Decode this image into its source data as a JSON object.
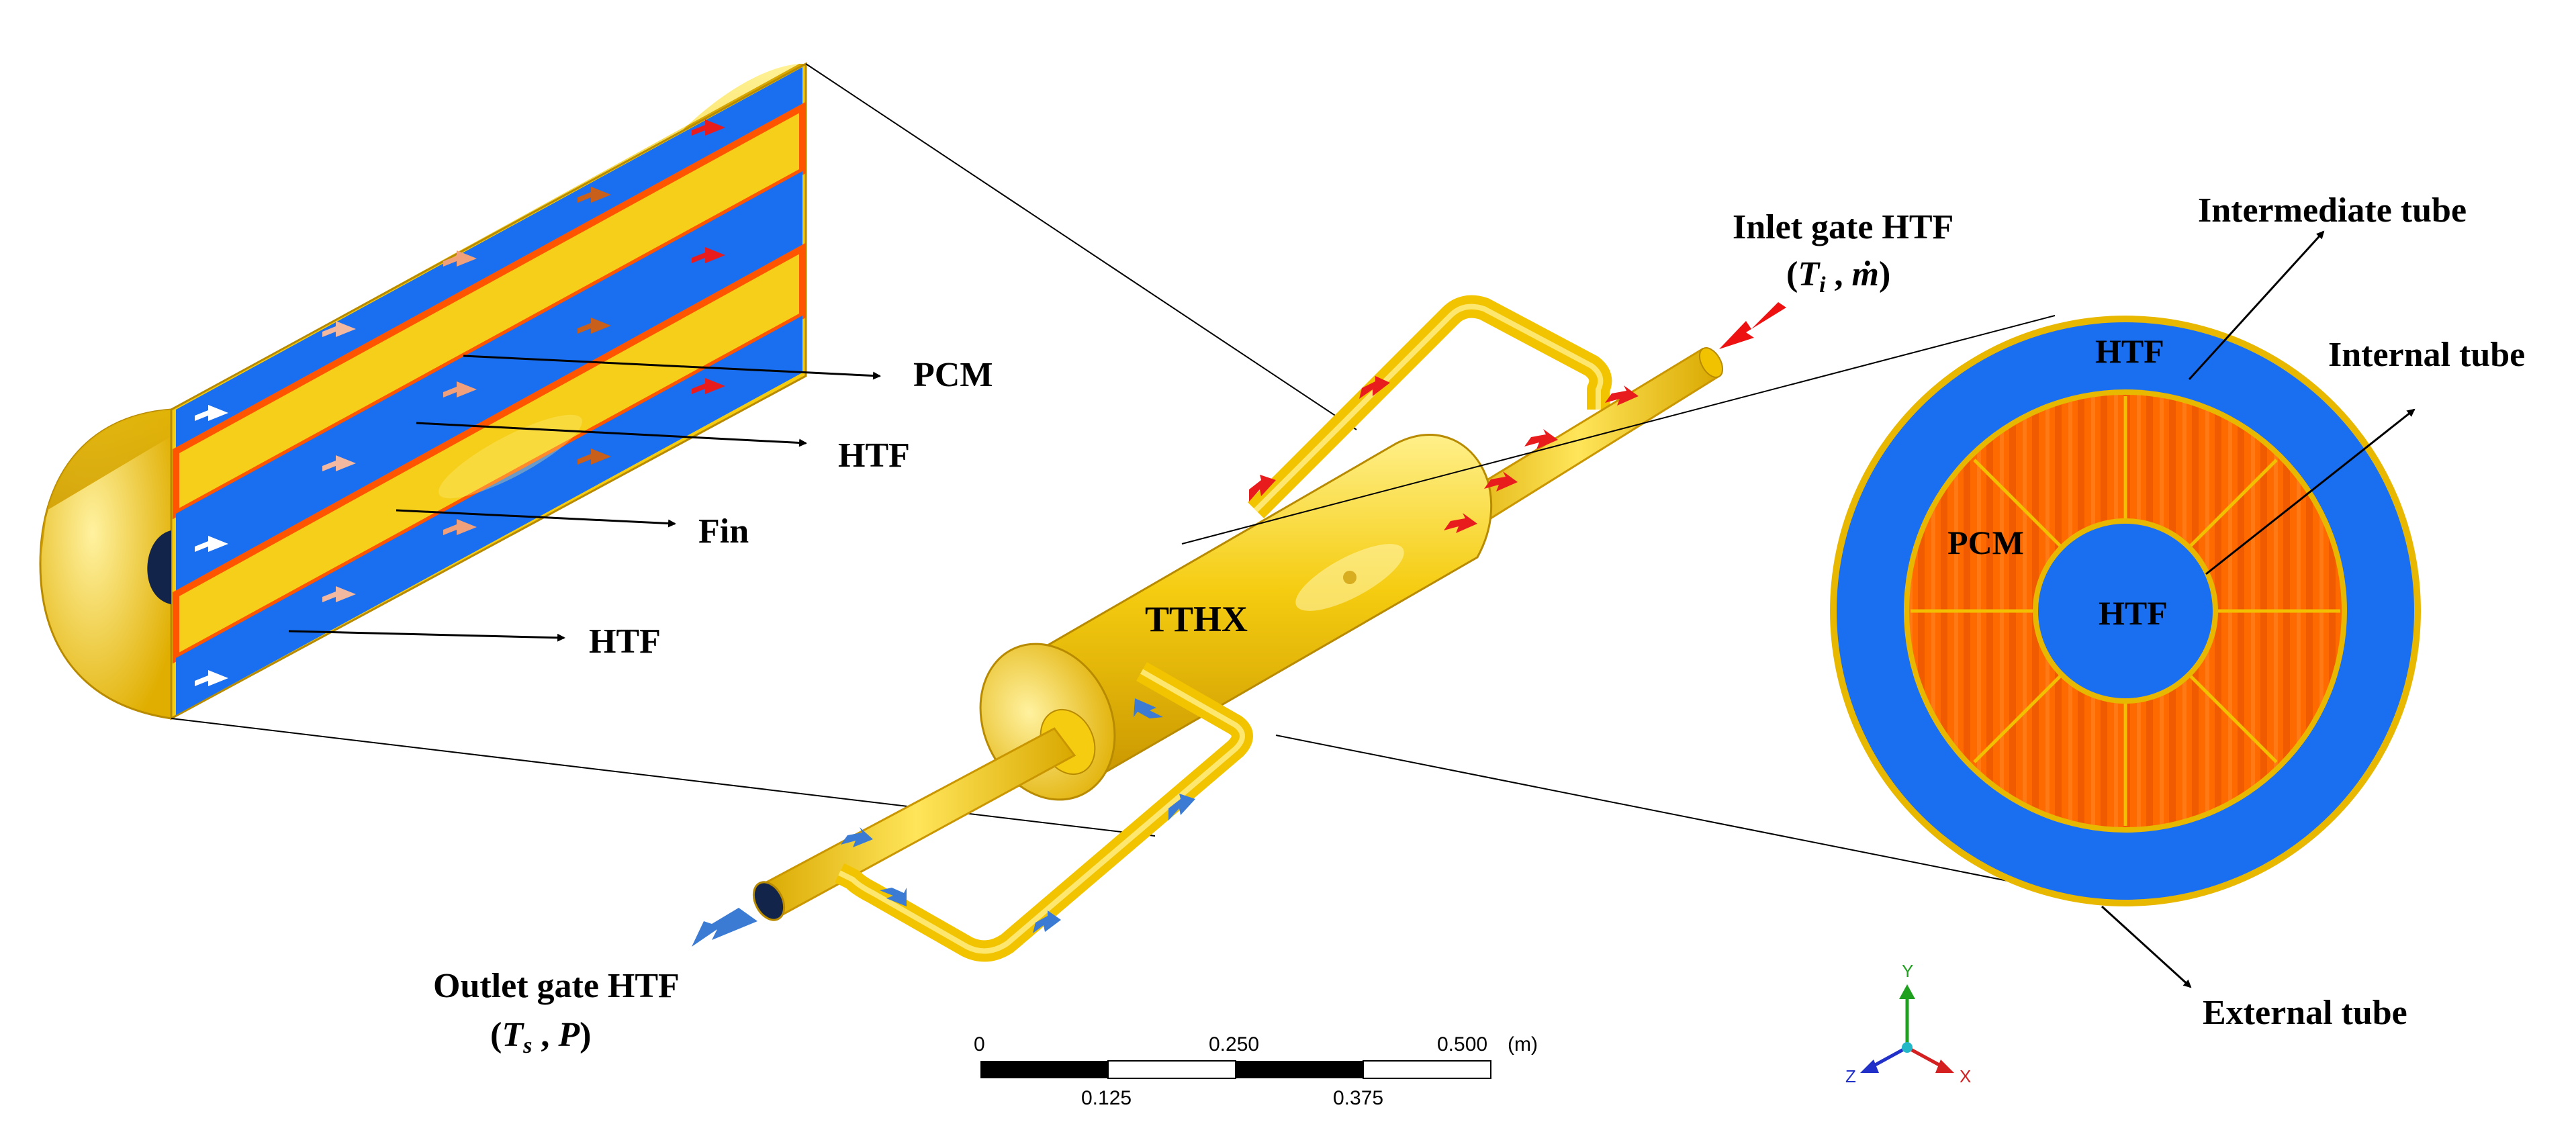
{
  "labels": {
    "pcm_left": "PCM",
    "htf_left_1": "HTF",
    "fin": "Fin",
    "htf_left_2": "HTF",
    "tthx": "TTHX",
    "inlet_title": "Inlet gate HTF",
    "inlet_sub_open": "(",
    "inlet_sub_t": "T",
    "inlet_sub_i": "i",
    "inlet_sub_mid": " , ",
    "inlet_sub_m": "ṁ",
    "inlet_sub_close": ")",
    "outlet_title": "Outlet gate HTF",
    "outlet_sub_open": "(",
    "outlet_sub_t": "T",
    "outlet_sub_s": "s",
    "outlet_sub_mid": " , ",
    "outlet_sub_p": "P",
    "outlet_sub_close": ")",
    "intermediate_tube": "Intermediate tube",
    "internal_tube": "Internal tube",
    "external_tube": "External tube",
    "htf_ring": "HTF",
    "pcm_ring": "PCM",
    "htf_core": "HTF"
  },
  "scale_bar": {
    "tick_0": "0",
    "tick_250": "0.250",
    "tick_500": "0.500",
    "unit": "(m)",
    "tick_125": "0.125",
    "tick_375": "0.375"
  },
  "axes": {
    "y": "Y",
    "x": "X",
    "z": "Z"
  },
  "colors": {
    "htf_blue": "#1a6ef0",
    "pcm_orange": "#ff6a00",
    "metal_gold": "#f2c400",
    "inlet_arrow": "#ee1111",
    "outlet_arrow": "#3b7bd4"
  }
}
